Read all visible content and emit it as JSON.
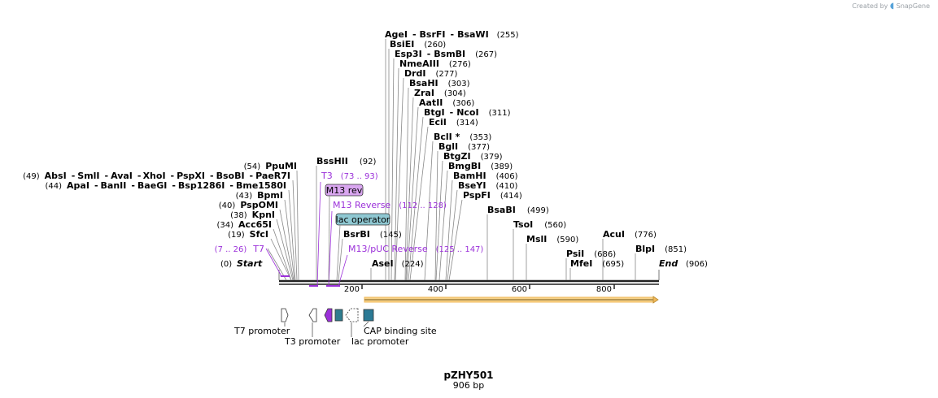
{
  "brand": {
    "prefix": "Created by",
    "name": "SnapGene"
  },
  "map": {
    "name": "pZHY501",
    "size_label": "906 bp",
    "length": 906,
    "ticks": [
      "200",
      "400",
      "600",
      "800"
    ],
    "start_label": "Start",
    "start_pos": "(0)",
    "end_label": "End",
    "end_pos": "(906)",
    "colors": {
      "line": "#222222",
      "primer": "#9b30d9",
      "orf": "#f2c06b",
      "operator": "#2e7d8f",
      "cap": "#2b7a95"
    }
  },
  "enzymes": [
    {
      "names": [
        "AgeI",
        "BsrFI",
        "BsaWI"
      ],
      "pos": "(255)",
      "site": 255
    },
    {
      "names": [
        "BsiEI"
      ],
      "pos": "(260)",
      "site": 260
    },
    {
      "names": [
        "Esp3I",
        "BsmBI"
      ],
      "pos": "(267)",
      "site": 267
    },
    {
      "names": [
        "NmeAIII"
      ],
      "pos": "(276)",
      "site": 276
    },
    {
      "names": [
        "DrdI"
      ],
      "pos": "(277)",
      "site": 277
    },
    {
      "names": [
        "BsaHI"
      ],
      "pos": "(303)",
      "site": 303
    },
    {
      "names": [
        "ZraI"
      ],
      "pos": "(304)",
      "site": 304
    },
    {
      "names": [
        "AatII"
      ],
      "pos": "(306)",
      "site": 306
    },
    {
      "names": [
        "BtgI",
        "NcoI"
      ],
      "pos": "(311)",
      "site": 311
    },
    {
      "names": [
        "EciI"
      ],
      "pos": "(314)",
      "site": 314
    },
    {
      "names": [
        "BclI *"
      ],
      "pos": "(353)",
      "site": 353
    },
    {
      "names": [
        "BglI"
      ],
      "pos": "(377)",
      "site": 377
    },
    {
      "names": [
        "BtgZI"
      ],
      "pos": "(379)",
      "site": 379
    },
    {
      "names": [
        "BmgBI"
      ],
      "pos": "(389)",
      "site": 389
    },
    {
      "names": [
        "BamHI"
      ],
      "pos": "(406)",
      "site": 406
    },
    {
      "names": [
        "BseYI"
      ],
      "pos": "(410)",
      "site": 410
    },
    {
      "names": [
        "PspFI"
      ],
      "pos": "(414)",
      "site": 414
    },
    {
      "names": [
        "BsaBI"
      ],
      "pos": "(499)",
      "site": 499
    },
    {
      "names": [
        "TsoI"
      ],
      "pos": "(560)",
      "site": 560
    },
    {
      "names": [
        "MslI"
      ],
      "pos": "(590)",
      "site": 590
    },
    {
      "names": [
        "PsiI"
      ],
      "pos": "(686)",
      "site": 686
    },
    {
      "names": [
        "MfeI"
      ],
      "pos": "(695)",
      "site": 695
    },
    {
      "names": [
        "AcuI"
      ],
      "pos": "(776)",
      "site": 776
    },
    {
      "names": [
        "BlpI"
      ],
      "pos": "(851)",
      "site": 851
    },
    {
      "names": [
        "BssHII"
      ],
      "pos": "(92)",
      "site": 92
    },
    {
      "names": [
        "BsrBI"
      ],
      "pos": "(145)",
      "site": 145
    },
    {
      "names": [
        "AseI"
      ],
      "pos": "(224)",
      "site": 224
    },
    {
      "names": [
        "PpuMI"
      ],
      "pos": "(54)",
      "site": 54
    },
    {
      "names": [
        "AbsI",
        "SmlI",
        "AvaI",
        "XhoI",
        "PspXI",
        "BsoBI",
        "PaeR7I"
      ],
      "pos": "(49)",
      "site": 49
    },
    {
      "names": [
        "ApaI",
        "BanII",
        "BaeGI",
        "Bsp1286I",
        "Bme1580I"
      ],
      "pos": "(44)",
      "site": 44
    },
    {
      "names": [
        "BpmI"
      ],
      "pos": "(43)",
      "site": 43
    },
    {
      "names": [
        "PspOMI"
      ],
      "pos": "(40)",
      "site": 40
    },
    {
      "names": [
        "KpnI"
      ],
      "pos": "(38)",
      "site": 38
    },
    {
      "names": [
        "Acc65I"
      ],
      "pos": "(34)",
      "site": 34
    },
    {
      "names": [
        "SfcI"
      ],
      "pos": "(19)",
      "site": 19
    }
  ],
  "primers": [
    {
      "name": "T3",
      "range": "(73 .. 93)",
      "start": 73,
      "end": 93
    },
    {
      "name": "M13 Reverse",
      "range": "(112 .. 128)",
      "start": 112,
      "end": 128
    },
    {
      "name": "M13/pUC Reverse",
      "range": "(125 .. 147)",
      "start": 125,
      "end": 147
    },
    {
      "name": "T7",
      "range": "(7 .. 26)",
      "start": 7,
      "end": 26
    }
  ],
  "boxed_features": [
    {
      "name": "M13 rev"
    },
    {
      "name": "lac operator"
    }
  ],
  "features": [
    {
      "name": "T7 promoter"
    },
    {
      "name": "T3 promoter"
    },
    {
      "name": "lac promoter"
    },
    {
      "name": "CAP binding site"
    }
  ]
}
